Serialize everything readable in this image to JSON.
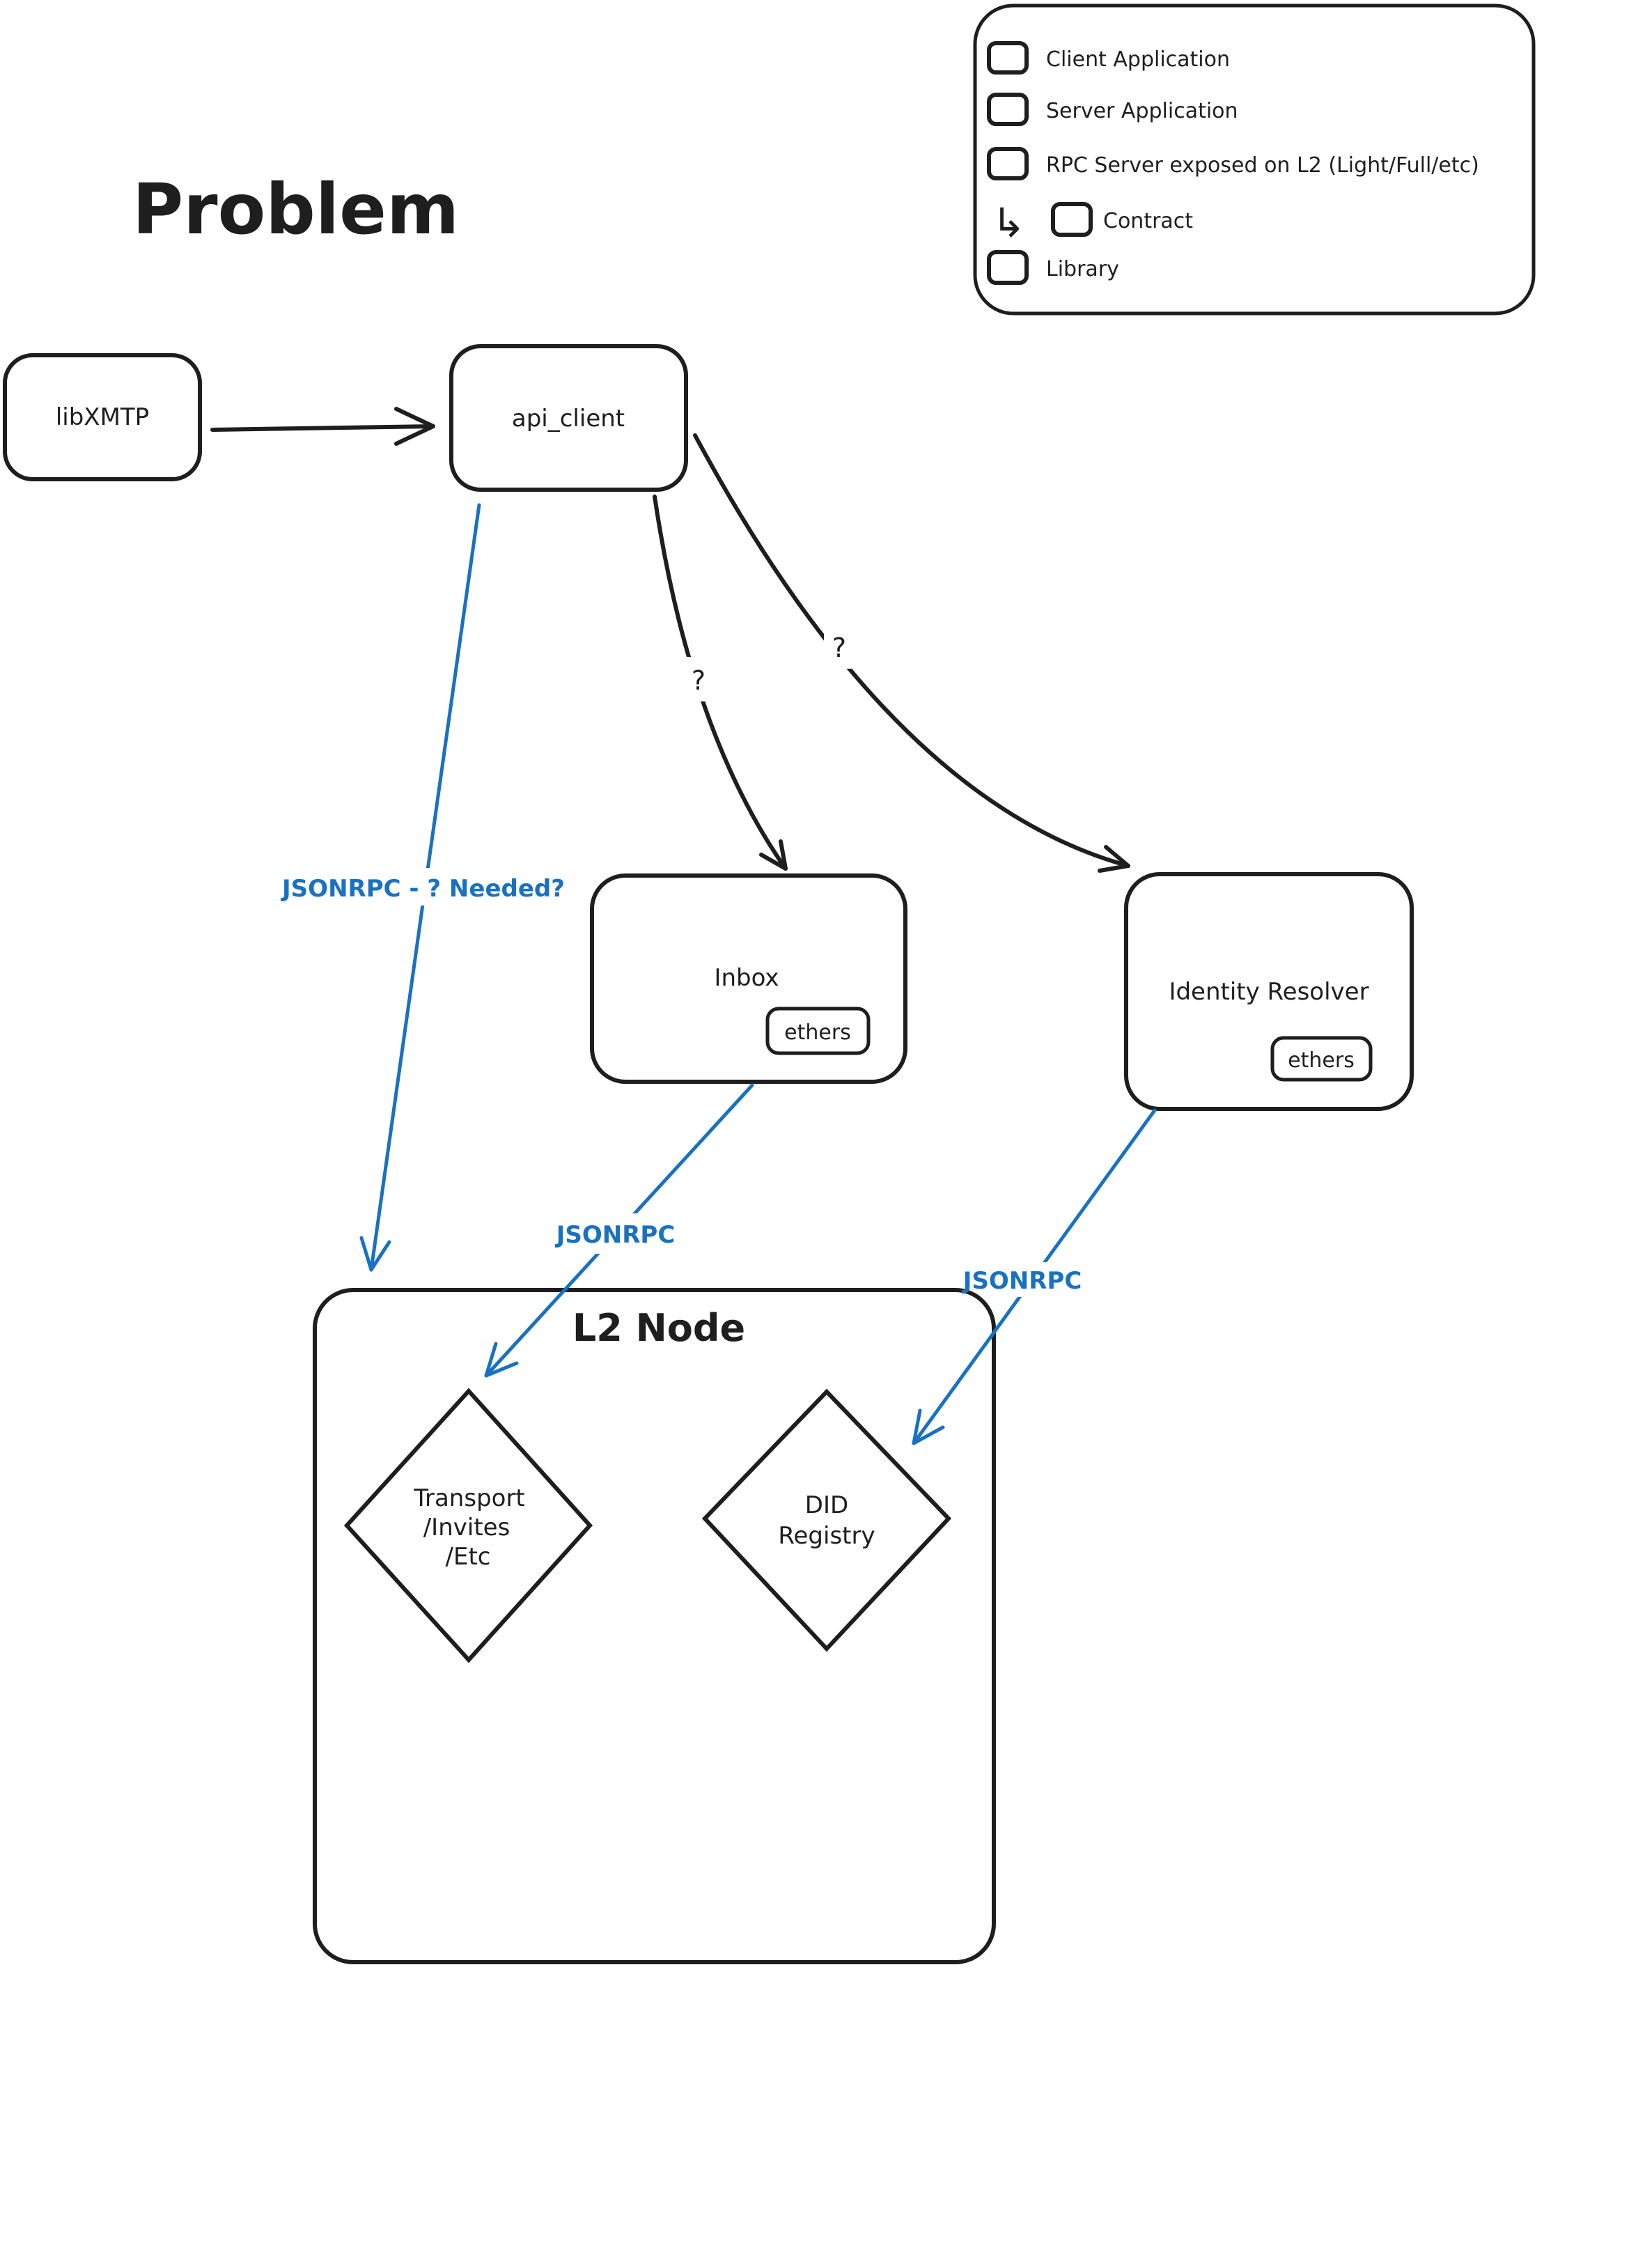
{
  "title": "Problem",
  "legend": {
    "items": [
      {
        "label": "Client Application",
        "color": "#b2f2bb"
      },
      {
        "label": "Server Application",
        "color": "#ffec99"
      },
      {
        "label": "RPC Server exposed on L2 (Light/Full/etc)",
        "color": "#a5d8ff"
      },
      {
        "label": "Contract",
        "color": "#ffc9c9"
      },
      {
        "label": "Library",
        "color": "#ffffff"
      }
    ],
    "contract_arrow_glyph": "↳"
  },
  "nodes": {
    "libxmtp": {
      "label": "libXMTP"
    },
    "api_client": {
      "label": "api_client"
    },
    "inbox": {
      "label": "Inbox",
      "sublabel": "ethers"
    },
    "identity_resolver": {
      "label": "Identity Resolver",
      "sublabel": "ethers"
    },
    "l2_node": {
      "label": "L2 Node"
    },
    "transport": {
      "lines": [
        "Transport",
        "/Invites",
        "/Etc"
      ]
    },
    "did_registry": {
      "lines": [
        "DID",
        "Registry"
      ]
    }
  },
  "edges": {
    "api_to_inbox_label": "?",
    "api_to_resolver_label": "?",
    "api_to_l2_label": "JSONRPC - ? Needed?",
    "inbox_to_l2_label": "JSONRPC",
    "resolver_to_l2_label": "JSONRPC"
  },
  "colors": {
    "client_green": "#b2f2bb",
    "server_yellow": "#ffec99",
    "rpc_blue": "#a5d8ff",
    "contract_pink": "#ffc9c9",
    "library_white": "#ffffff",
    "stroke_black": "#1e1e1e",
    "link_blue": "#1971c2"
  }
}
